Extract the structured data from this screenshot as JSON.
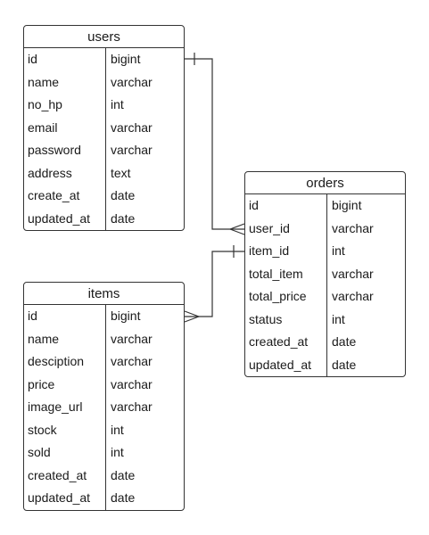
{
  "entities": {
    "users": {
      "title": "users",
      "columns": [
        {
          "name": "id",
          "type": "bigint"
        },
        {
          "name": "name",
          "type": "varchar"
        },
        {
          "name": "no_hp",
          "type": "int"
        },
        {
          "name": "email",
          "type": "varchar"
        },
        {
          "name": "password",
          "type": "varchar"
        },
        {
          "name": "address",
          "type": "text"
        },
        {
          "name": "create_at",
          "type": "date"
        },
        {
          "name": "updated_at",
          "type": "date"
        }
      ]
    },
    "orders": {
      "title": "orders",
      "columns": [
        {
          "name": "id",
          "type": "bigint"
        },
        {
          "name": "user_id",
          "type": "varchar"
        },
        {
          "name": "item_id",
          "type": "int"
        },
        {
          "name": "total_item",
          "type": "varchar"
        },
        {
          "name": "total_price",
          "type": "varchar"
        },
        {
          "name": "status",
          "type": "int"
        },
        {
          "name": "created_at",
          "type": "date"
        },
        {
          "name": "updated_at",
          "type": "date"
        }
      ]
    },
    "items": {
      "title": "items",
      "columns": [
        {
          "name": "id",
          "type": "bigint"
        },
        {
          "name": "name",
          "type": "varchar"
        },
        {
          "name": "desciption",
          "type": "varchar"
        },
        {
          "name": "price",
          "type": "varchar"
        },
        {
          "name": "image_url",
          "type": "varchar"
        },
        {
          "name": "stock",
          "type": "int"
        },
        {
          "name": "sold",
          "type": "int"
        },
        {
          "name": "created_at",
          "type": "date"
        },
        {
          "name": "updated_at",
          "type": "date"
        }
      ]
    }
  },
  "relationships": [
    {
      "from": "users.id",
      "to": "orders.user_id",
      "from_end": "one",
      "to_end": "many"
    },
    {
      "from": "items.id",
      "to": "orders.item_id",
      "from_end": "many",
      "to_end": "one"
    }
  ]
}
